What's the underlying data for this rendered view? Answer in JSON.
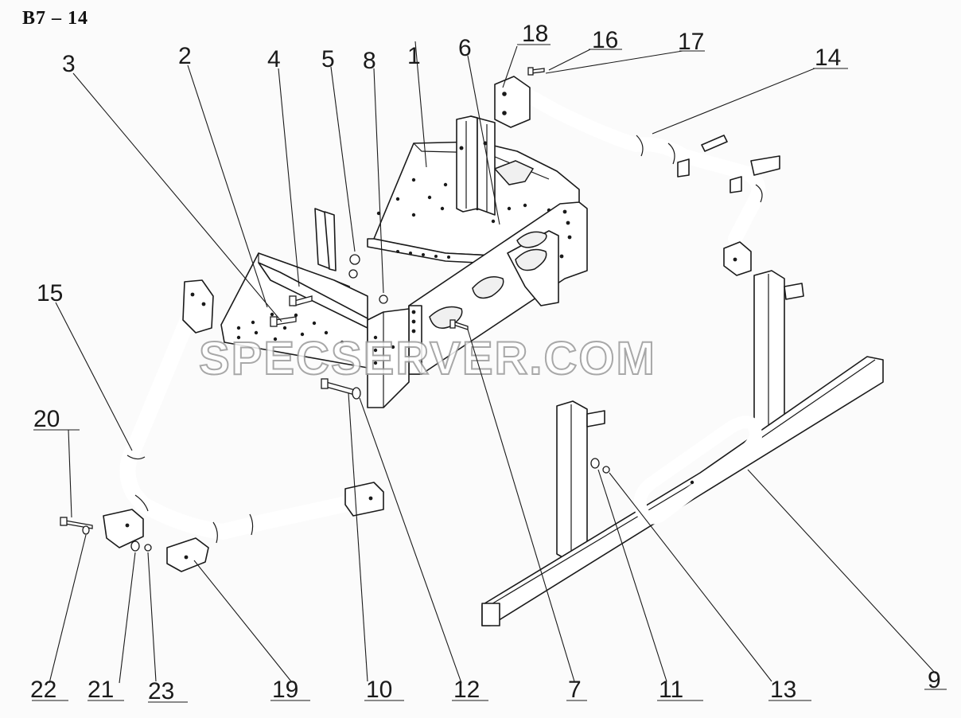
{
  "title": "B7 – 14",
  "watermark": "SPECSERVER.COM",
  "callouts": {
    "c1": "1",
    "c2": "2",
    "c3": "3",
    "c4": "4",
    "c5": "5",
    "c6": "6",
    "c7": "7",
    "c8": "8",
    "c9": "9",
    "c10": "10",
    "c11": "11",
    "c12": "12",
    "c13": "13",
    "c14": "14",
    "c15": "15",
    "c16": "16",
    "c17": "17",
    "c18": "18",
    "c19": "19",
    "c20": "20",
    "c21": "21",
    "c22": "22",
    "c23": "23"
  }
}
